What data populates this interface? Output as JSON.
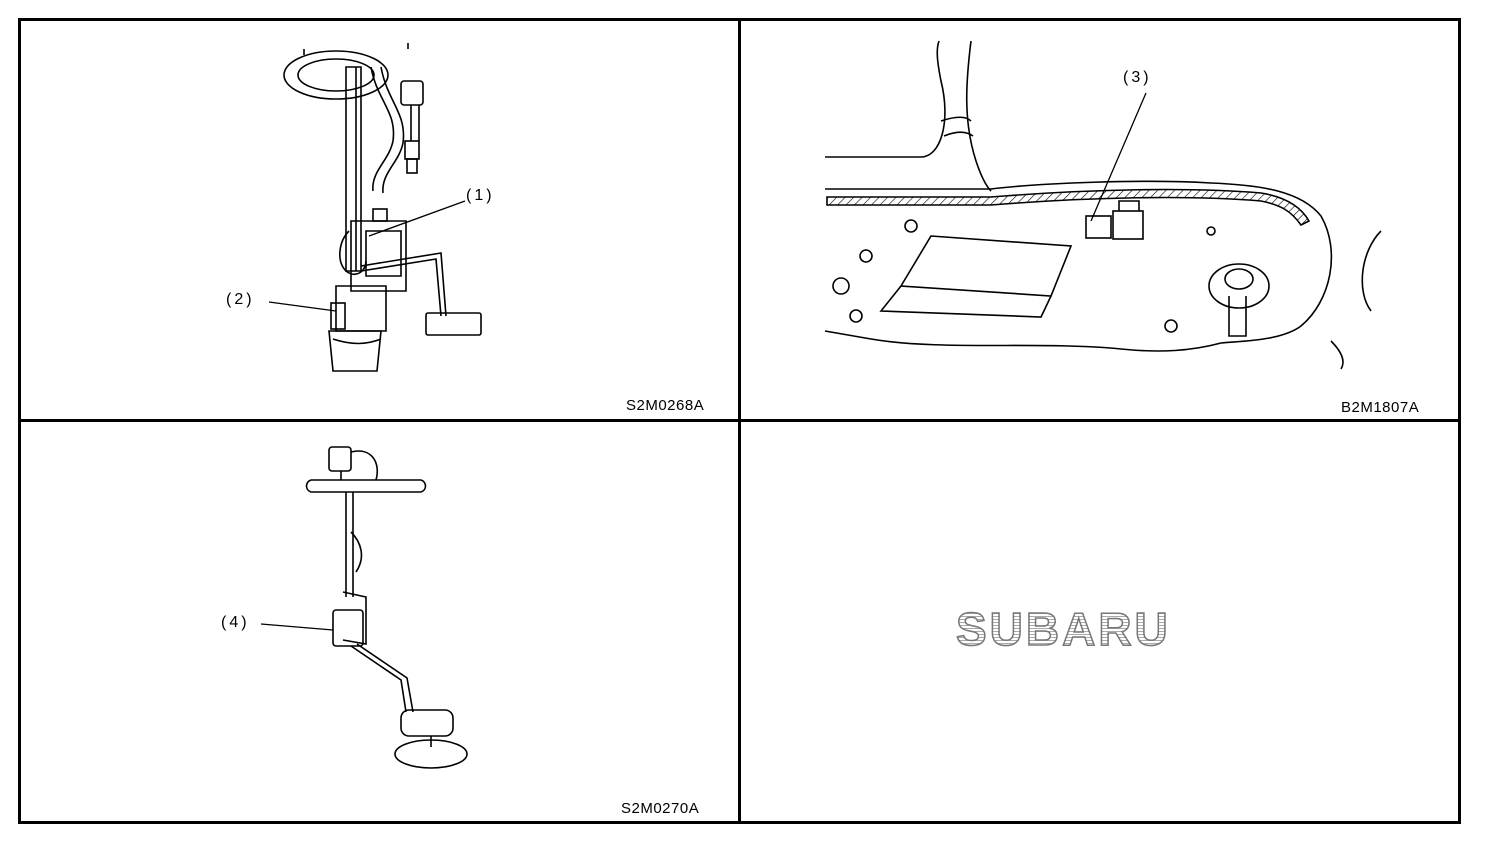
{
  "panels": {
    "top_left": {
      "code": "S2M0268A",
      "callouts": {
        "c1": "(1)",
        "c2": "(2)"
      }
    },
    "top_right": {
      "code": "B2M1807A",
      "callouts": {
        "c3": "(3)"
      }
    },
    "bottom_left": {
      "code": "S2M0270A",
      "callouts": {
        "c4": "(4)"
      }
    },
    "bottom_right": {
      "logo_text": "SUBARU"
    }
  }
}
